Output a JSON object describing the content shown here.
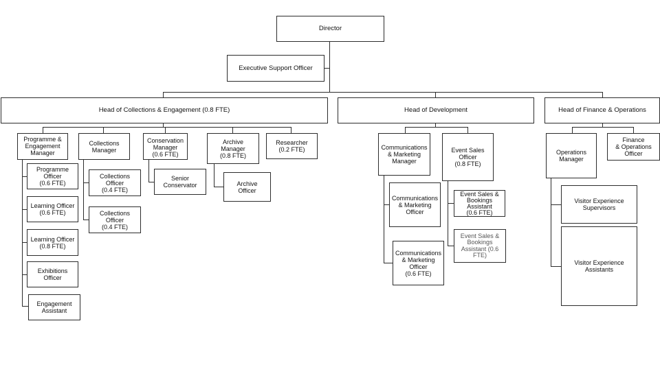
{
  "org": {
    "director": "Director",
    "executive_support": "Executive Support Officer",
    "collections": {
      "head": "Head of Collections & Engagement (0.8 FTE)",
      "programme_manager": "Programme &\nEngagement\nManager",
      "programme_officer": "Programme\nOfficer\n(0.6 FTE)",
      "learning_officer_1": "Learning Officer\n(0.6 FTE)",
      "learning_officer_2": "Learning Officer\n(0.8 FTE)",
      "exhibitions_officer": "Exhibitions Officer",
      "engagement_assistant": "Engagement\nAssistant",
      "collections_manager": "Collections\nManager",
      "collections_officer_1": "Collections Officer\n(0.4 FTE)",
      "collections_officer_2": "Collections Officer\n(0.4 FTE)",
      "conservation_manager": "Conservation\nManager\n(0.6 FTE)",
      "senior_conservator": "Senior\nConservator",
      "archive_manager": "Archive\nManager\n(0.8 FTE)",
      "archive_officer": "Archive\nOfficer",
      "researcher": "Researcher\n(0.2 FTE)"
    },
    "development": {
      "head": "Head of Development",
      "comms_manager": "Communications\n& Marketing\nManager",
      "comms_officer_1": "Communications\n& Marketing\nOfficer",
      "comms_officer_2": "Communications\n& Marketing\nOfficer\n(0.6 FTE)",
      "event_sales_officer": "Event Sales\nOfficer\n(0.8 FTE)",
      "event_assistant_1": "Event Sales &\nBookings\nAssistant\n(0.6 FTE)",
      "event_assistant_2": "Event Sales &\nBookings\nAssistant (0.6\nFTE)"
    },
    "finance": {
      "head": "Head of Finance & Operations",
      "operations_manager": "Operations\nManager",
      "finance_officer": "Finance\n& Operations\nOfficer",
      "ve_supervisors": "Visitor Experience\nSupervisors",
      "ve_assistants": "Visitor Experience\nAssistants"
    }
  }
}
